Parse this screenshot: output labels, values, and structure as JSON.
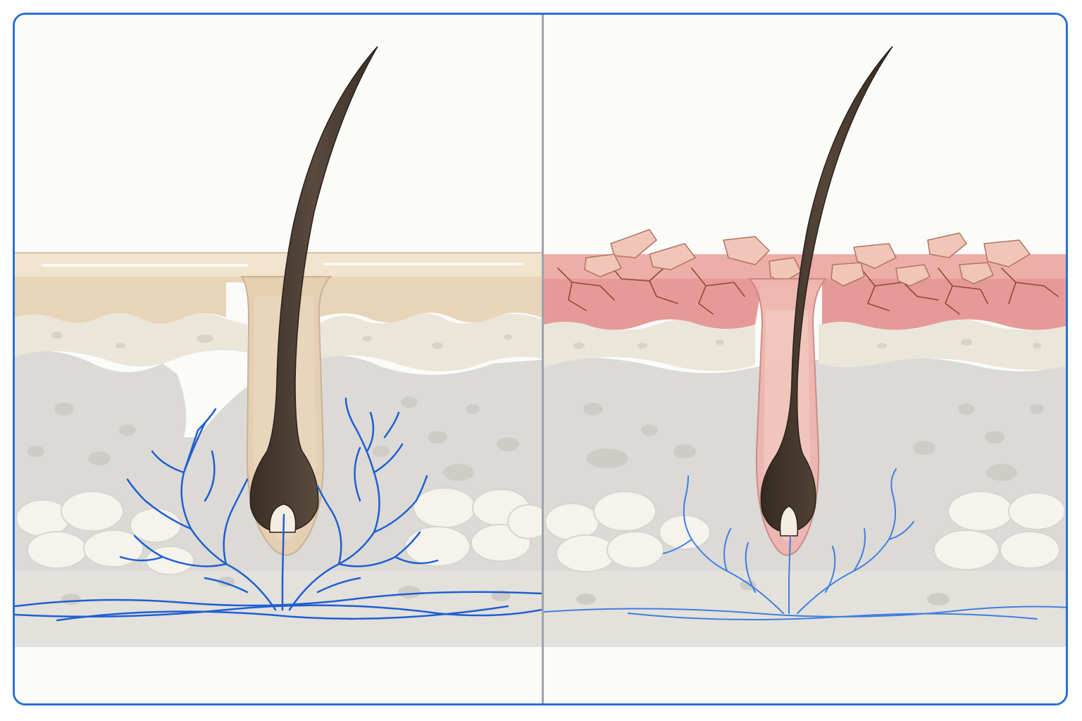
{
  "figure": {
    "panels": [
      {
        "id": "healthy-scalp",
        "hair_color": "#4a3b30",
        "vessel_color": "#1f5fd1",
        "vessel_density": "dense"
      },
      {
        "id": "damaged-scalp",
        "hair_color": "#3f3329",
        "vessel_color": "#3f7fe0",
        "vessel_density": "sparse",
        "surface": "cracked-flaking"
      }
    ],
    "colors": {
      "frame": "#2a6fd6",
      "divider": "#9ea3a8",
      "epidermis_healthy": "#e8d4b8",
      "epidermis_damaged": "#e59a98",
      "dermis": "#dedcd8",
      "fat": "#f3f1ec"
    }
  }
}
